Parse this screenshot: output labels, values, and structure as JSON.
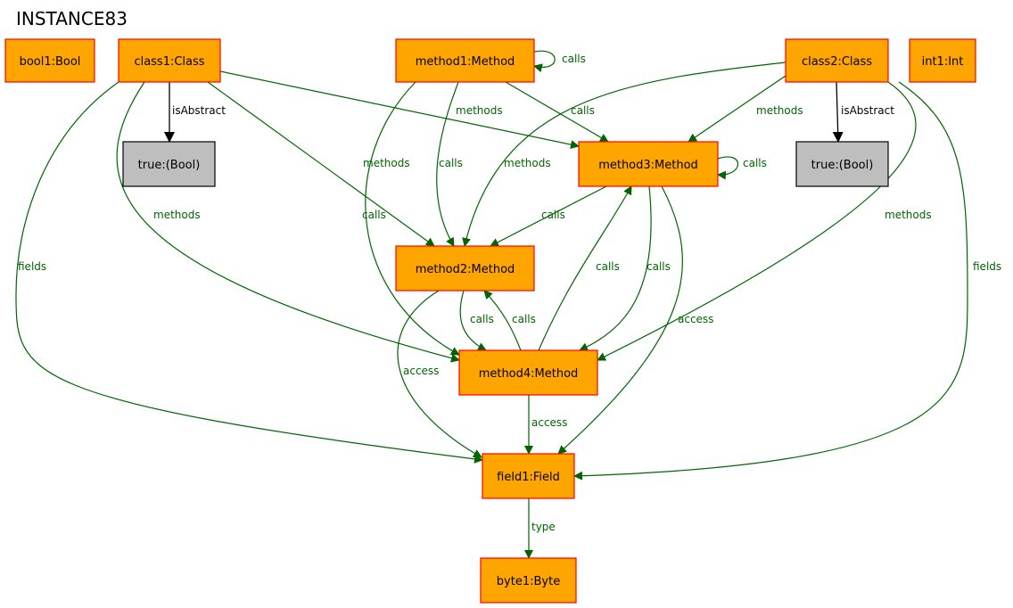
{
  "title": "INSTANCE83",
  "colors": {
    "object_fill": "#ffa500",
    "object_border": "#ff0000",
    "value_fill": "#bebebe",
    "value_border": "#000000",
    "edge_green": "#006400",
    "edge_black": "#000000"
  },
  "nodes": [
    {
      "id": "bool1",
      "label": "bool1:Bool",
      "kind": "object"
    },
    {
      "id": "class1",
      "label": "class1:Class",
      "kind": "object"
    },
    {
      "id": "method1",
      "label": "method1:Method",
      "kind": "object"
    },
    {
      "id": "class2",
      "label": "class2:Class",
      "kind": "object"
    },
    {
      "id": "int1",
      "label": "int1:Int",
      "kind": "object"
    },
    {
      "id": "true1",
      "label": "true:(Bool)",
      "kind": "value"
    },
    {
      "id": "method3",
      "label": "method3:Method",
      "kind": "object"
    },
    {
      "id": "true2",
      "label": "true:(Bool)",
      "kind": "value"
    },
    {
      "id": "method2",
      "label": "method2:Method",
      "kind": "object"
    },
    {
      "id": "method4",
      "label": "method4:Method",
      "kind": "object"
    },
    {
      "id": "field1",
      "label": "field1:Field",
      "kind": "object"
    },
    {
      "id": "byte1",
      "label": "byte1:Byte",
      "kind": "object"
    }
  ],
  "edges": [
    {
      "id": "e1",
      "from": "class1",
      "to": "true1",
      "label": "isAbstract",
      "color": "black"
    },
    {
      "id": "e2",
      "from": "class1",
      "to": "method3",
      "label": "methods",
      "color": "green"
    },
    {
      "id": "e3",
      "from": "class1",
      "to": "method2",
      "label": "methods",
      "color": "green"
    },
    {
      "id": "e4",
      "from": "class1",
      "to": "method4",
      "label": "methods",
      "color": "green"
    },
    {
      "id": "e5",
      "from": "class1",
      "to": "field1",
      "label": "fields",
      "color": "green"
    },
    {
      "id": "e6",
      "from": "method1",
      "to": "method1",
      "label": "calls",
      "color": "green"
    },
    {
      "id": "e7",
      "from": "method1",
      "to": "method3",
      "label": "calls",
      "color": "green"
    },
    {
      "id": "e8",
      "from": "method1",
      "to": "method2",
      "label": "calls",
      "color": "green"
    },
    {
      "id": "e9",
      "from": "method1",
      "to": "method4",
      "label": "calls",
      "color": "green"
    },
    {
      "id": "e10",
      "from": "class2",
      "to": "true2",
      "label": "isAbstract",
      "color": "black"
    },
    {
      "id": "e11",
      "from": "class2",
      "to": "method3",
      "label": "methods",
      "color": "green"
    },
    {
      "id": "e12",
      "from": "class2",
      "to": "method2",
      "label": "methods",
      "color": "green"
    },
    {
      "id": "e13",
      "from": "class2",
      "to": "method4",
      "label": "methods",
      "color": "green"
    },
    {
      "id": "e14",
      "from": "class2",
      "to": "field1",
      "label": "fields",
      "color": "green"
    },
    {
      "id": "e15",
      "from": "method3",
      "to": "method3",
      "label": "calls",
      "color": "green"
    },
    {
      "id": "e16",
      "from": "method3",
      "to": "method2",
      "label": "calls",
      "color": "green"
    },
    {
      "id": "e17",
      "from": "method3",
      "to": "method4",
      "label": "calls",
      "color": "green"
    },
    {
      "id": "e18",
      "from": "method3",
      "to": "field1",
      "label": "access",
      "color": "green"
    },
    {
      "id": "e19",
      "from": "method4",
      "to": "method3",
      "label": "calls",
      "color": "green"
    },
    {
      "id": "e20",
      "from": "method2",
      "to": "method4",
      "label": "calls",
      "color": "green"
    },
    {
      "id": "e21",
      "from": "method4",
      "to": "method2",
      "label": "calls",
      "color": "green"
    },
    {
      "id": "e22",
      "from": "method2",
      "to": "field1",
      "label": "access",
      "color": "green"
    },
    {
      "id": "e23",
      "from": "method4",
      "to": "field1",
      "label": "access",
      "color": "green"
    },
    {
      "id": "e24",
      "from": "field1",
      "to": "byte1",
      "label": "type",
      "color": "green"
    }
  ]
}
